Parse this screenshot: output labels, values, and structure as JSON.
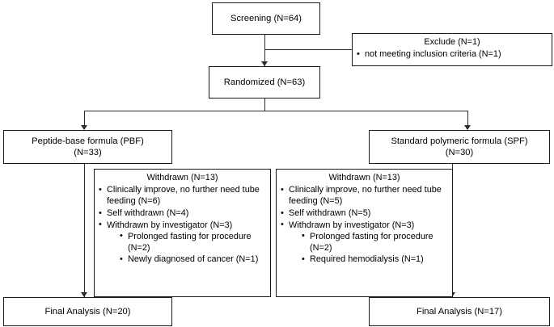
{
  "diagram": {
    "title": "CONSORT participant flow diagram",
    "type": "flowchart",
    "nodes": {
      "screening": {
        "label": "Screening (N=64)",
        "n": 64
      },
      "exclude": {
        "title": "Exclude (N=1)",
        "n": 1,
        "items": [
          {
            "text": "not meeting inclusion criteria (N=1)",
            "n": 1
          }
        ]
      },
      "randomized": {
        "label": "Randomized (N=63)",
        "n": 63
      },
      "arm_pbf": {
        "line1": "Peptide-base formula (PBF)",
        "line2": "(N=33)",
        "n": 33
      },
      "arm_spf": {
        "line1": "Standard polymeric formula (SPF)",
        "line2": "(N=30)",
        "n": 30
      },
      "withdrawn_pbf": {
        "title": "Withdrawn (N=13)",
        "n": 13,
        "items": [
          {
            "text": "Clinically improve, no further need tube feeding (N=6)",
            "n": 6
          },
          {
            "text": "Self withdrawn (N=4)",
            "n": 4
          },
          {
            "text": "Withdrawn by investigator (N=3)",
            "n": 3,
            "subitems": [
              {
                "text": "Prolonged fasting for procedure (N=2)",
                "n": 2
              },
              {
                "text": "Newly diagnosed of cancer (N=1)",
                "n": 1
              }
            ]
          }
        ]
      },
      "withdrawn_spf": {
        "title": "Withdrawn (N=13)",
        "n": 13,
        "items": [
          {
            "text": "Clinically improve, no further need tube feeding (N=5)",
            "n": 5
          },
          {
            "text": "Self withdrawn (N=5)",
            "n": 5
          },
          {
            "text": "Withdrawn by investigator (N=3)",
            "n": 3,
            "subitems": [
              {
                "text": "Prolonged fasting for procedure (N=2)",
                "n": 2
              },
              {
                "text": "Required hemodialysis (N=1)",
                "n": 1
              }
            ]
          }
        ]
      },
      "final_pbf": {
        "label": "Final Analysis (N=20)",
        "n": 20
      },
      "final_spf": {
        "label": "Final Analysis (N=17)",
        "n": 17
      }
    },
    "colors": {
      "border": "#1a1a1a",
      "connector": "#2b2b2b",
      "background": "#ffffff",
      "text": "#000000"
    }
  }
}
